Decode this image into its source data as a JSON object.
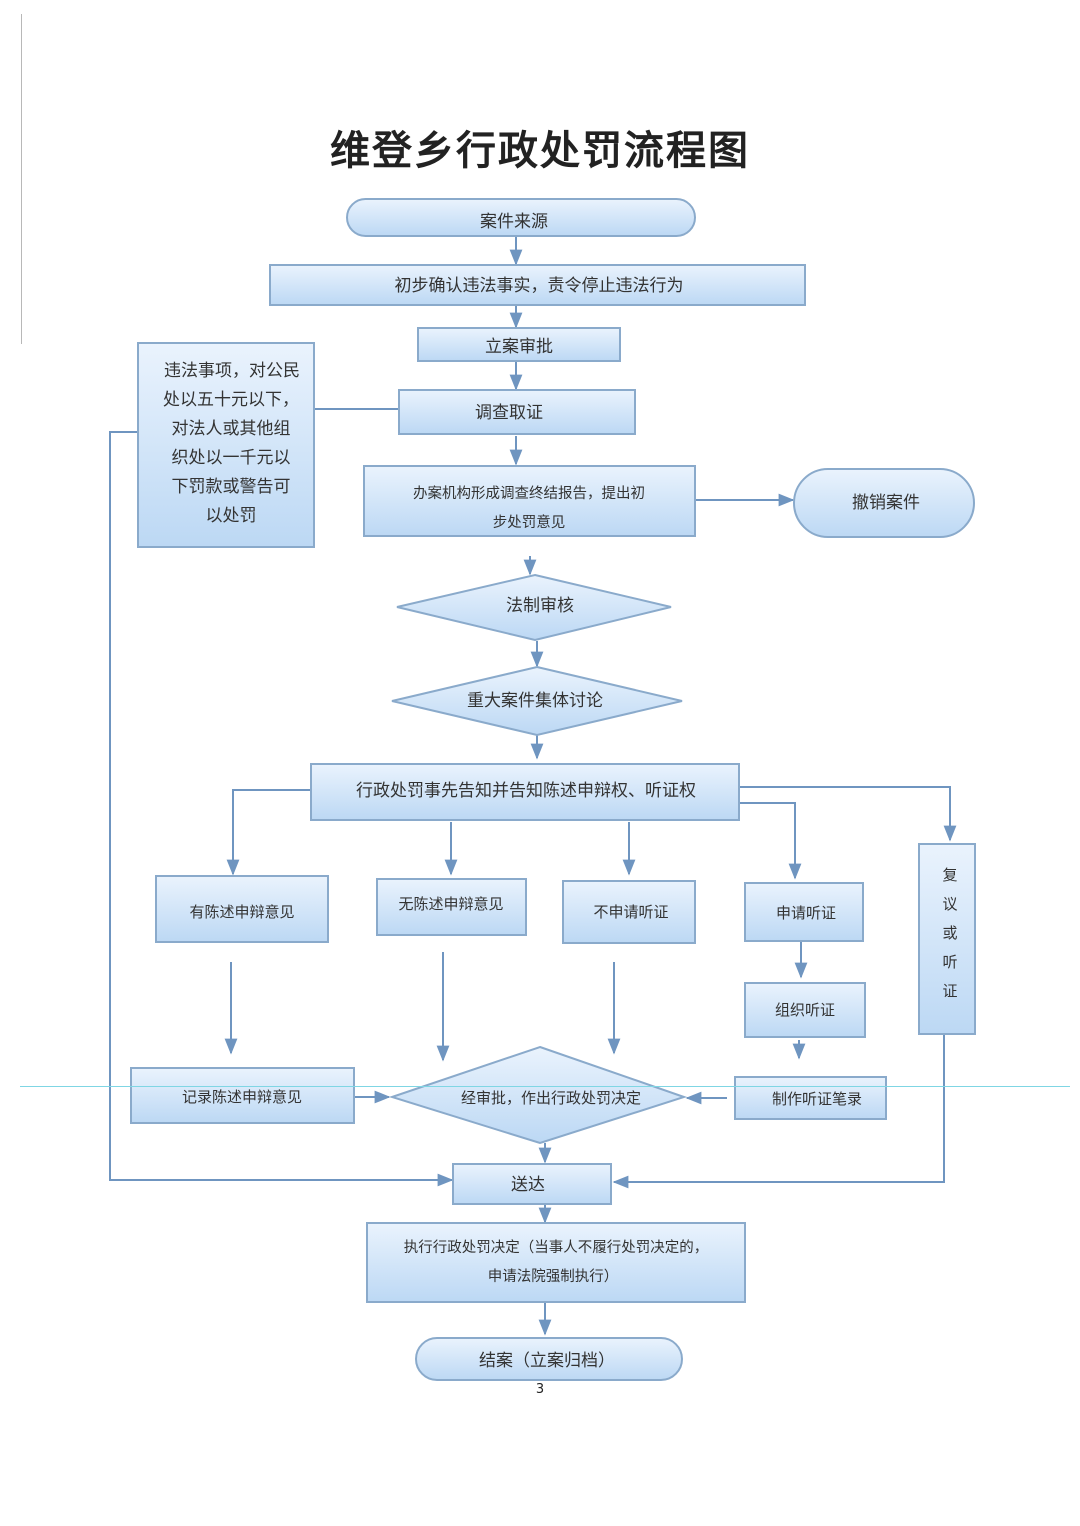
{
  "title": "维登乡行政处罚流程图",
  "page_number": "3",
  "colors": {
    "box_fill_top": "#eaf3fd",
    "box_fill_bottom": "#bcd8f4",
    "box_stroke": "#8aaacb",
    "connector": "#6f95c0"
  },
  "nodes": {
    "case_source": "案件来源",
    "preliminary_confirm": "初步确认违法事实，责令停止违法行为",
    "filing_approval": "立案审批",
    "summary_rule": [
      "违法事项，对公民",
      "处以五十元以下，",
      "对法人或其他组",
      "织处以一千元以",
      "下罚款或警告可",
      "以处罚"
    ],
    "investigation": "调查取证",
    "report": [
      "办案机构形成调查终结报告，提出初",
      "步处罚意见"
    ],
    "revoke_case": "撤销案件",
    "legal_review": "法制审核",
    "collective_discussion": "重大案件集体讨论",
    "prior_notice": "行政处罚事先告知并告知陈述申辩权、听证权",
    "has_statement": "有陈述申辩意见",
    "no_statement": "无陈述申辩意见",
    "no_hearing": "不申请听证",
    "apply_hearing": "申请听证",
    "organize_hearing": "组织听证",
    "review_or_hearing": [
      "复",
      "议",
      "或",
      "听",
      "证"
    ],
    "record_statement": "记录陈述申辩意见",
    "decision": "经审批，作出行政处罚决定",
    "hearing_minutes": "制作听证笔录",
    "delivery": "送达",
    "execute": [
      "执行行政处罚决定（当事人不履行处罚决定的，",
      "申请法院强制执行）"
    ],
    "close_case": "结案（立案归档）"
  }
}
